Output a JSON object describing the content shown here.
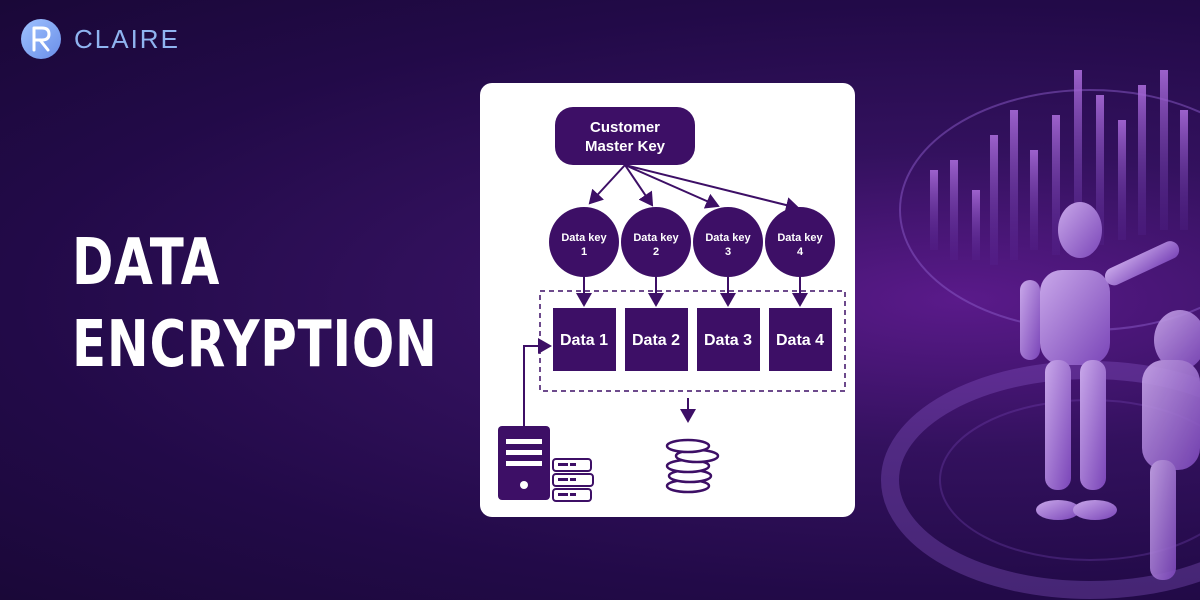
{
  "brand": {
    "name": "CLAIRE"
  },
  "headline": {
    "line1": "DATA",
    "line2": "ENCRYPTION"
  },
  "diagram": {
    "master_key": {
      "line1": "Customer",
      "line2": "Master Key"
    },
    "data_keys": [
      {
        "line1": "Data key",
        "line2": "1"
      },
      {
        "line1": "Data key",
        "line2": "2"
      },
      {
        "line1": "Data key",
        "line2": "3"
      },
      {
        "line1": "Data key",
        "line2": "4"
      }
    ],
    "data_blocks": [
      "Data 1",
      "Data 2",
      "Data 3",
      "Data 4"
    ],
    "icons": [
      "server-icon",
      "coin-stack-icon"
    ]
  },
  "colors": {
    "primary_purple": "#3d0f66",
    "background_dark": "#220a48",
    "brand_blue": "#8fb4f0"
  }
}
